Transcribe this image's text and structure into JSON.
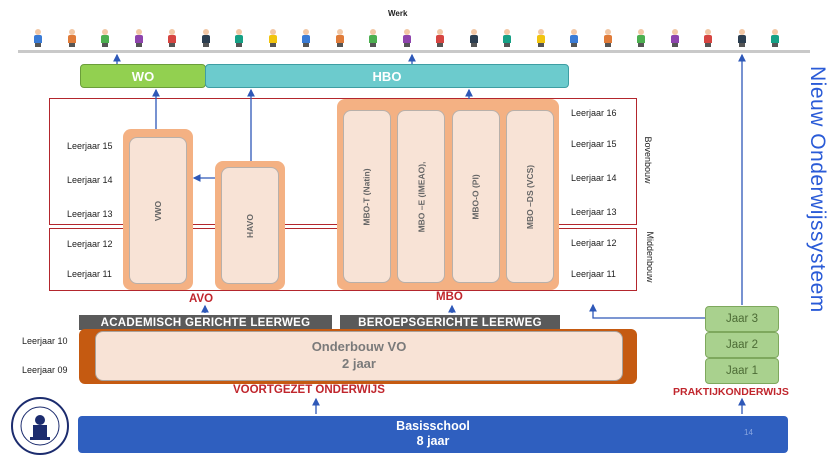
{
  "werk_label": "Werk",
  "top_boxes": {
    "wo": "WO",
    "hbo": "HBO"
  },
  "tracks": {
    "vwo": "VWO",
    "havo": "HAVO",
    "mbo_t": "MBO-T (Natin)",
    "mbo_e": "MBO –E (IMEAO),",
    "mbo_o": "MBO-O (PI)",
    "mbo_ds": "MBO –DS (VCS)"
  },
  "left_years": [
    "Leerjaar 15",
    "Leerjaar 14",
    "Leerjaar 13",
    "Leerjaar 12",
    "Leerjaar 11"
  ],
  "right_years": [
    "Leerjaar 16",
    "Leerjaar 15",
    "Leerjaar 14",
    "Leerjaar 13",
    "Leerjaar 12",
    "Leerjaar 11"
  ],
  "onderbouw_years": [
    "Leerjaar 10",
    "Leerjaar 09"
  ],
  "side_labels": {
    "bovenbouw": "Bovenbouw",
    "middenbouw": "Middenbouw"
  },
  "sections": {
    "avo": "AVO",
    "mbo": "MBO",
    "voortgezet": "VOORTGEZET ONDERWIJS",
    "praktijk": "PRAKTIJKONDERWIJS"
  },
  "banners": {
    "academisch": "ACADEMISCH GERICHTE LEERWEG",
    "beroeps": "BEROEPSGERICHTE LEERWEG"
  },
  "onderbouw": {
    "title": "Onderbouw VO",
    "subtitle": "2 jaar"
  },
  "praktijk_years": [
    "Jaar 3",
    "Jaar 2",
    "Jaar 1"
  ],
  "basisschool": {
    "title": "Basisschool",
    "subtitle": "8 jaar"
  },
  "slide_number": "14",
  "side_title": "Nieuw Onderwijssysteem",
  "colors": {
    "wo": "#92d050",
    "hbo": "#6ccbcd",
    "orange_dark": "#c55a11",
    "orange_mid": "#f4b183",
    "basisschool": "#2f5fbf",
    "red": "#c0262d",
    "side_title": "#2a5bd7",
    "arrow": "#2e58b8"
  }
}
